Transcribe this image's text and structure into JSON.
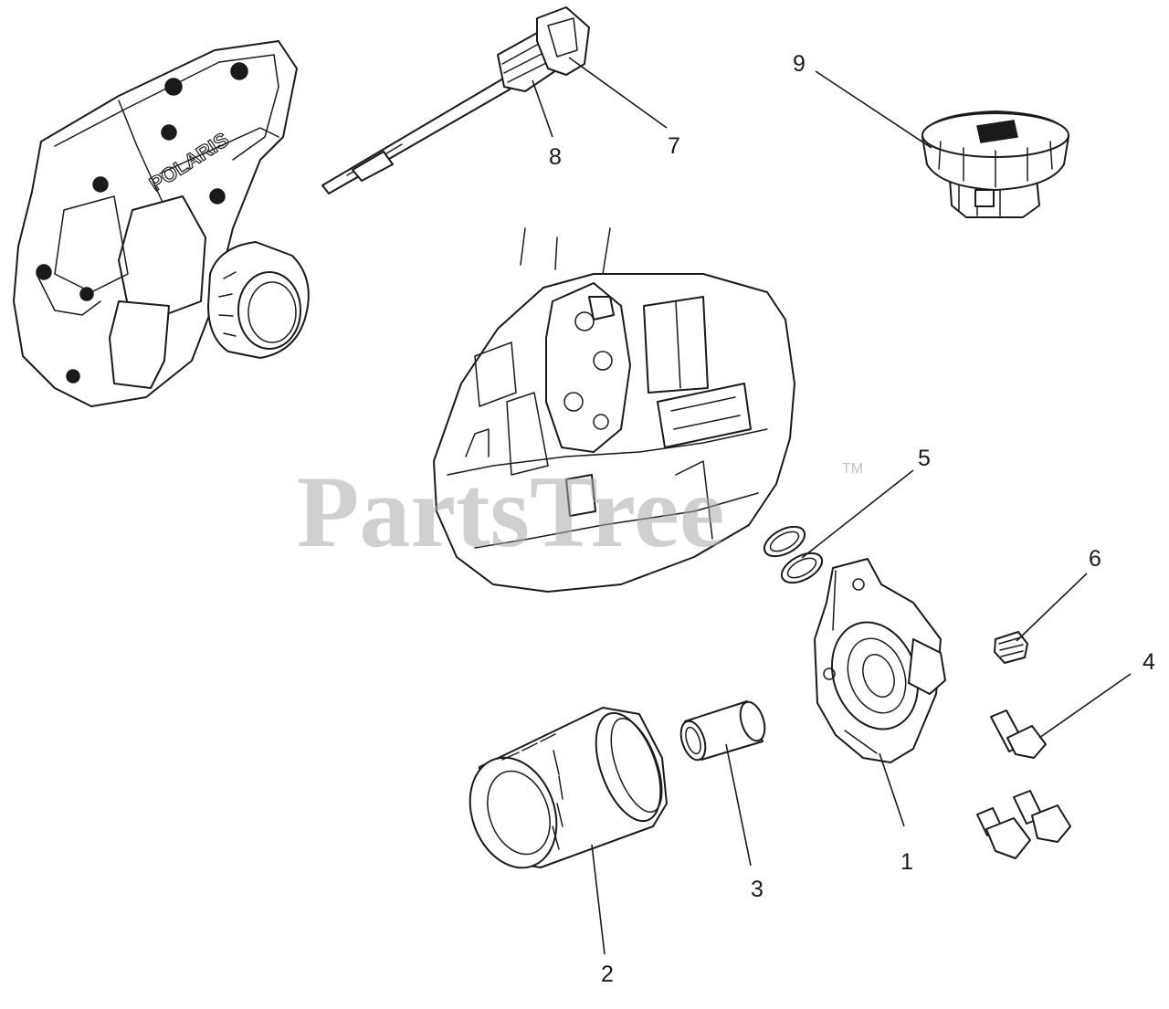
{
  "watermark": {
    "text": "PartsTree",
    "trademark": "TM"
  },
  "callouts": {
    "c1": "1",
    "c2": "2",
    "c3": "3",
    "c4": "4",
    "c5": "5",
    "c6": "6",
    "c7": "7",
    "c8": "8",
    "c9": "9"
  },
  "colors": {
    "ink": "#1a1a1a",
    "watermark": "#a9a9a9",
    "background": "#ffffff"
  }
}
